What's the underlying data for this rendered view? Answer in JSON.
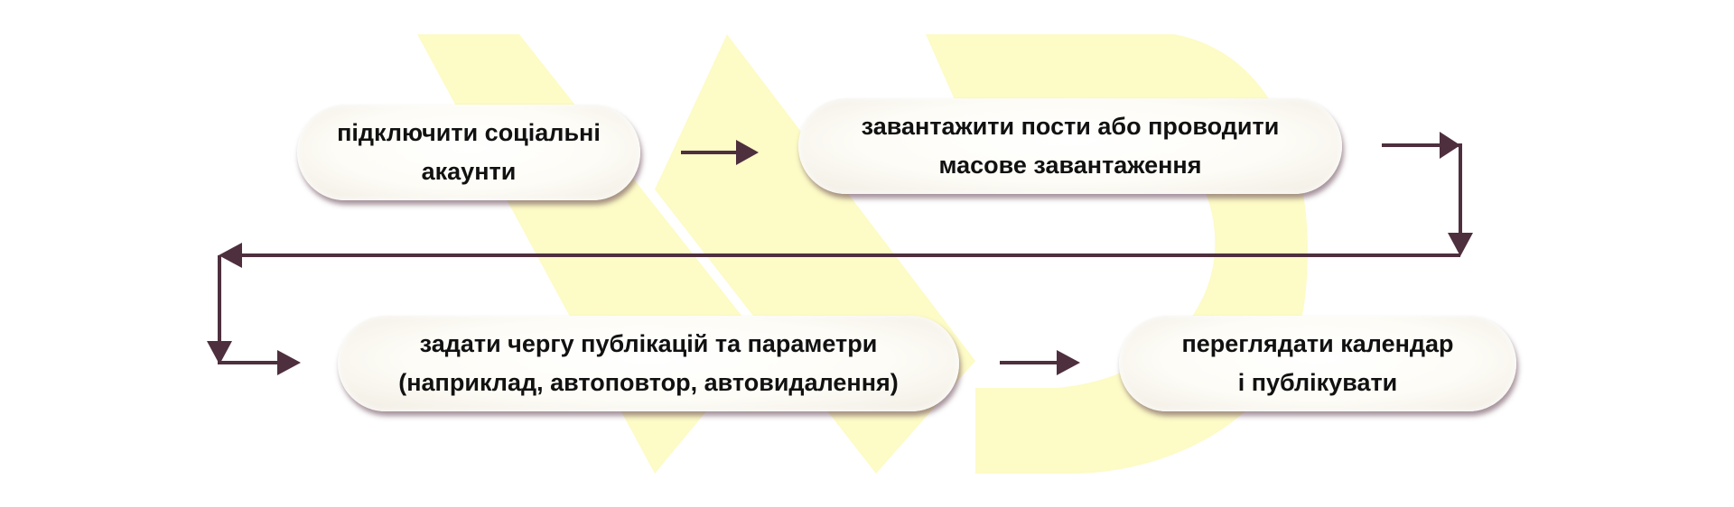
{
  "steps": [
    {
      "id": "connect",
      "label": "підключити соціальні\nакаунти"
    },
    {
      "id": "upload",
      "label": "завантажити пости або проводити\nмасове завантаження"
    },
    {
      "id": "queue",
      "label": "задати чергу публікацій та параметри\n(наприклад, автоповтор, автовидалення)"
    },
    {
      "id": "publish",
      "label": "переглядати календар\nі публікувати"
    }
  ],
  "colors": {
    "arrow": "#4e2f3e",
    "watermark": "#fdfbc6",
    "step_shadow": "#5c3a4b"
  },
  "icons": {
    "watermark": "wd-logo-watermark"
  }
}
